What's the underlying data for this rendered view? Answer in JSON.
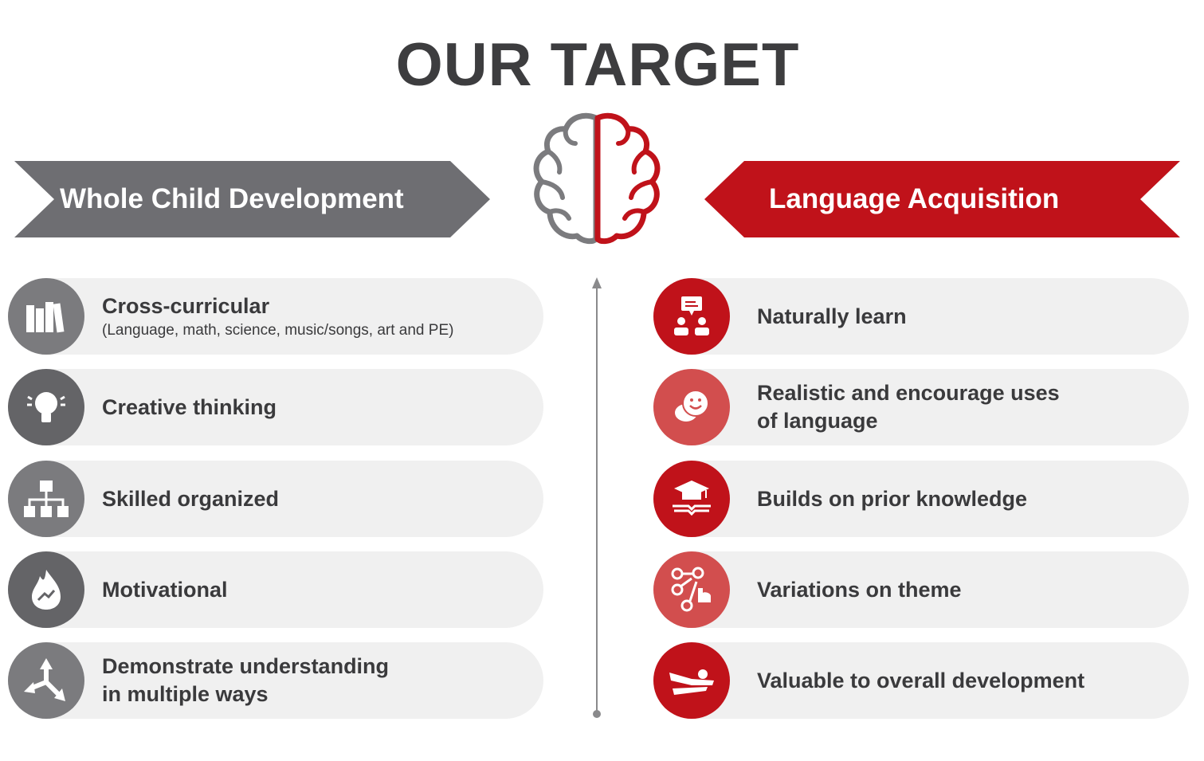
{
  "title": "OUR TARGET",
  "colors": {
    "gray_banner": "#6e6e72",
    "red": "#c0121a",
    "light_red": "#d24e4e",
    "pill": "#f0f0f0",
    "text": "#3a3a3c"
  },
  "left": {
    "banner": "Whole Child Development",
    "items": [
      {
        "label": "Cross-curricular",
        "sub": "(Language, math, science, music/songs, art and PE)",
        "icon": "books-icon"
      },
      {
        "label": "Creative thinking",
        "icon": "lightbulb-icon"
      },
      {
        "label": "Skilled organized",
        "icon": "hierarchy-icon"
      },
      {
        "label": "Motivational",
        "icon": "flame-icon"
      },
      {
        "label": "Demonstrate understanding",
        "label2": "in multiple ways",
        "icon": "split-arrows-icon"
      }
    ]
  },
  "right": {
    "banner": "Language Acquisition",
    "items": [
      {
        "label": "Naturally learn",
        "icon": "conversation-icon"
      },
      {
        "label": "Realistic and encourage uses",
        "label2": "of language",
        "icon": "chat-smile-icon"
      },
      {
        "label": "Builds on prior knowledge",
        "icon": "graduation-book-icon"
      },
      {
        "label": "Variations on theme",
        "icon": "ideas-network-icon"
      },
      {
        "label": "Valuable to overall development",
        "icon": "swimmer-icon"
      }
    ]
  }
}
